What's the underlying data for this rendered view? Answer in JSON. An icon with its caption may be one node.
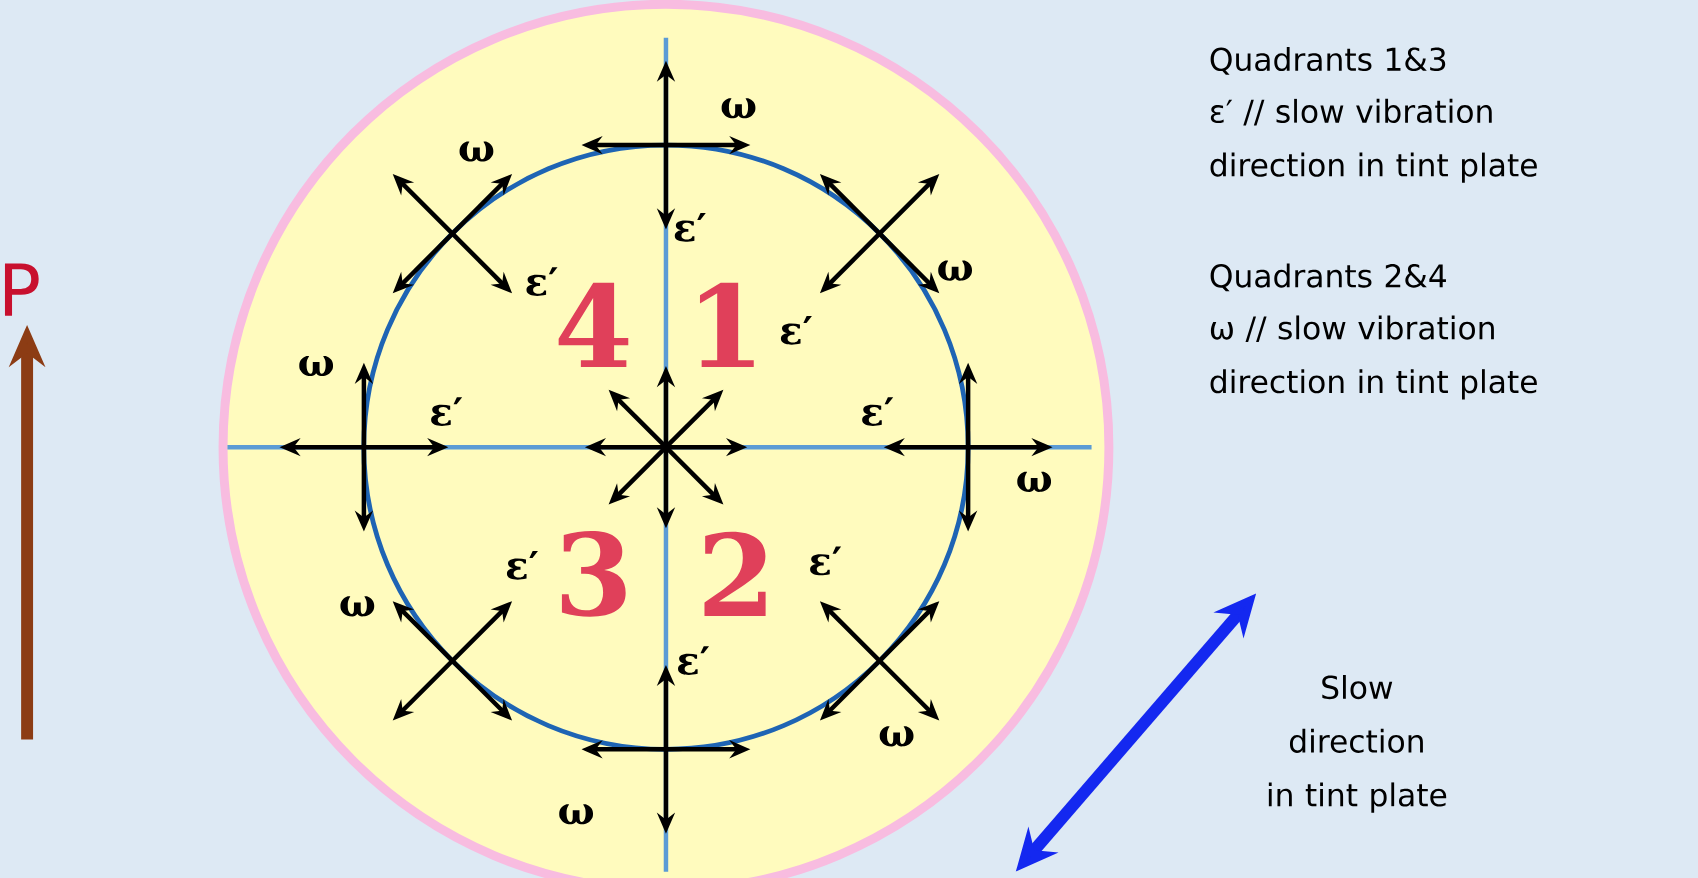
{
  "diagram": {
    "labels": [
      "P",
      "ω",
      "ω",
      "ε′",
      "ω",
      "ε′",
      "4",
      "1",
      "ε′",
      "ω",
      "ε′",
      "ε′",
      "ω",
      "ε′",
      "ε′",
      "3",
      "2",
      "ω",
      "ε′",
      "ω",
      "ω",
      "Quadrants 1&3",
      "ε′ // slow vibration direction in tint plate",
      "Quadrants 2&4",
      "ω // slow vibration direction in tint plate",
      "Slow direction in tint plate"
    ]
  }
}
